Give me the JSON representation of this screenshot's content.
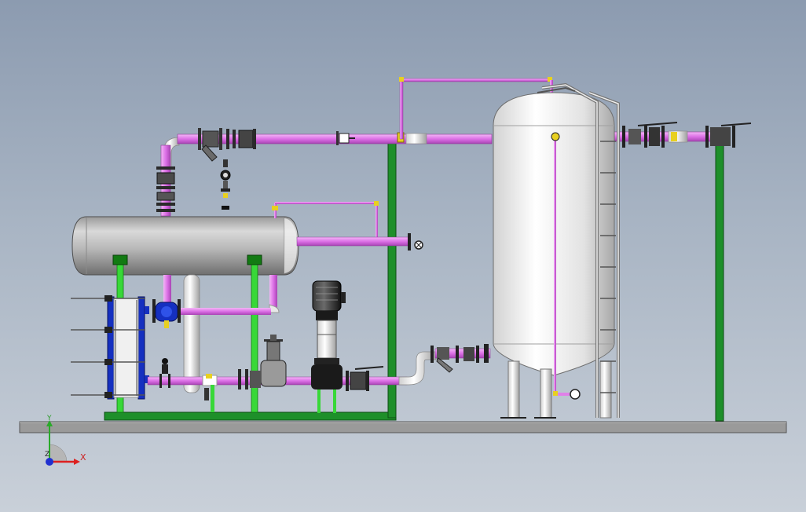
{
  "viewport": {
    "background_top": "#8c9bb0",
    "background_bottom": "#c9d0d9"
  },
  "colors": {
    "pipe": "#e080e8",
    "pipe_dark": "#b050c0",
    "frame": "#1e8f2a",
    "support": "#38d838",
    "tank": "#c8c8c8",
    "vessel": "#e6e6e6",
    "valve": "#1a1a1a",
    "exchanger": "#1530c0",
    "fitting": "#e8d020",
    "elbow": "#e8e8e8",
    "floor": "#9a9a9a"
  },
  "axes": {
    "x_label": "X",
    "y_label": "Y",
    "z_label": "Z"
  },
  "components": [
    "horizontal-tank",
    "plate-heat-exchanger",
    "vertical-pump",
    "deaerator-vessel",
    "y-strainer",
    "gate-valve",
    "ball-valve",
    "pressure-gauge",
    "ladder"
  ]
}
